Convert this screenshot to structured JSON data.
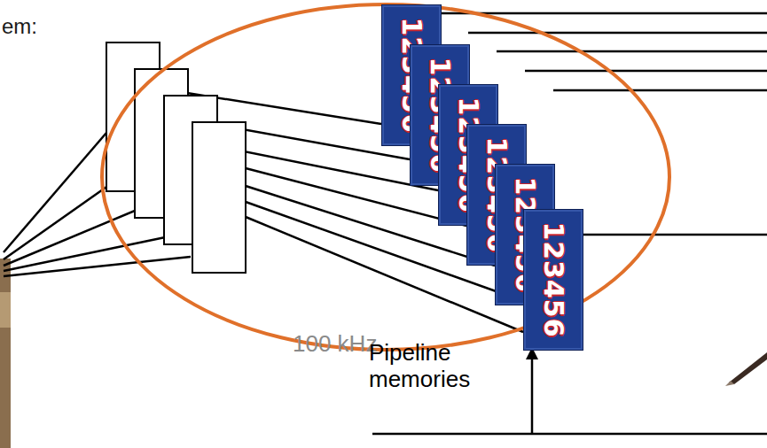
{
  "diagram": {
    "labels": [
      "em:",
      "100 kHz",
      "Pipeline memories",
      "123456",
      "123456",
      "123456",
      "123456",
      "123456",
      "123456"
    ]
  }
}
